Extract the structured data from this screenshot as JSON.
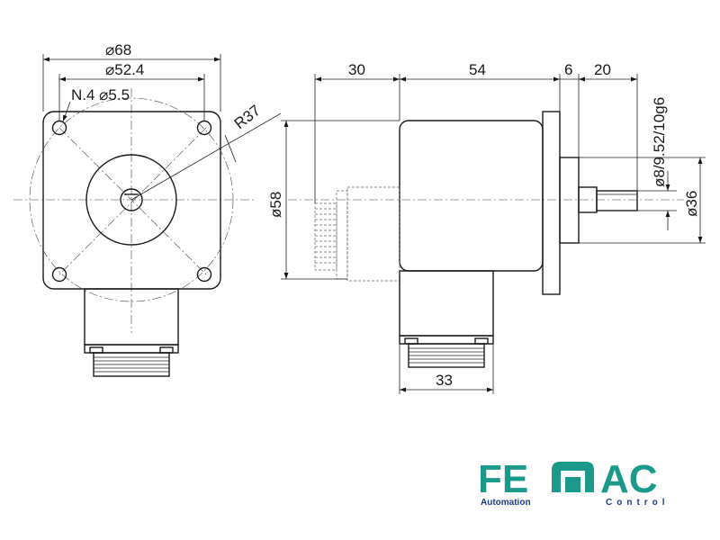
{
  "front_view": {
    "dim_outer": "⌀68",
    "dim_bolt": "⌀52.4",
    "dim_holes": "N.4 ⌀5.5",
    "dim_radius": "R37"
  },
  "side_view": {
    "dim_30": "30",
    "dim_54": "54",
    "dim_6": "6",
    "dim_20": "20",
    "dim_58": "ø58",
    "dim_shaft": "ø8/9.52/10g6",
    "dim_36": "ø36",
    "dim_33": "33"
  },
  "logo": {
    "left": "FE",
    "right": "AC",
    "sub_left": "Automation",
    "sub_right": "Control",
    "color": "#1b9a8c",
    "sub_color": "#1f3f86"
  }
}
